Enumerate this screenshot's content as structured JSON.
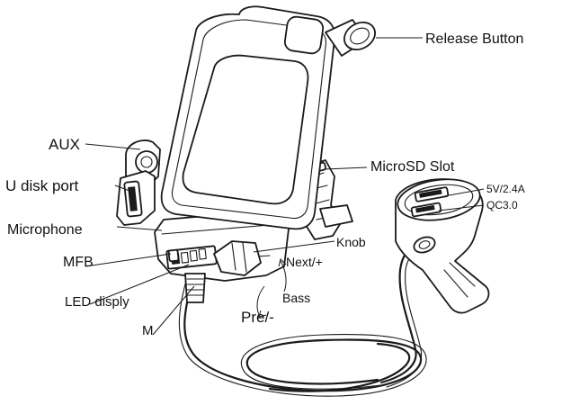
{
  "diagram": {
    "labels": {
      "release_button": "Release Button",
      "aux": "AUX",
      "u_disk_port": "U disk port",
      "microsd_slot": "MicroSD Slot",
      "usb_5v": "5V/2.4A",
      "qc30": "QC3.0",
      "microphone": "Microphone",
      "knob": "Knob",
      "mfb": "MFB",
      "next": "Next/+",
      "led_display": "LED  disply",
      "bass": "Bass",
      "pre": "Pre/-",
      "m": "M"
    }
  }
}
